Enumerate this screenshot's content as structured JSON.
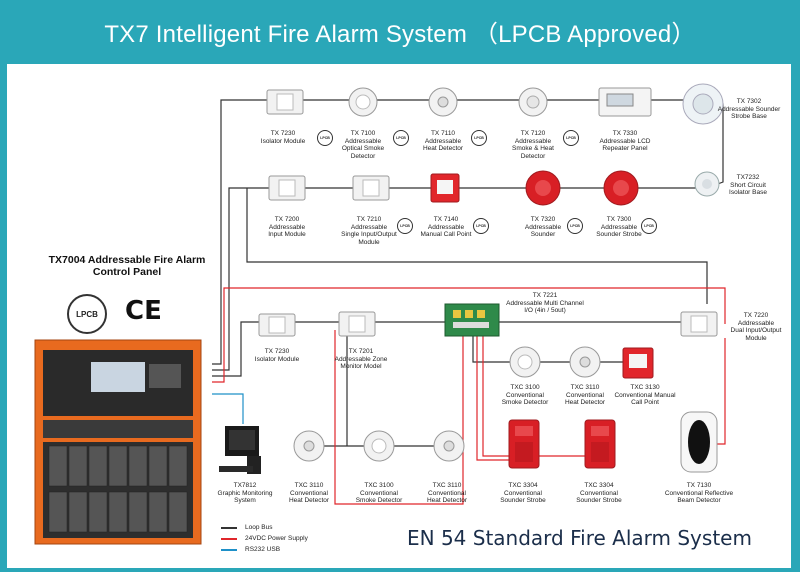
{
  "title": "TX7 Intelligent  Fire Alarm System （LPCB Approved）",
  "standard_title": "EN 54 Standard Fire Alarm System",
  "control_panel": {
    "title": "TX7004\nAddressable\nFire Alarm Control Panel",
    "lpcb_logo": "LPCB",
    "ce_mark": "CE"
  },
  "colors": {
    "loop_bus": "#333333",
    "power_supply": "#e0262b",
    "rs232": "#1e90c8",
    "background": "#2aa7b8"
  },
  "lpcb_badge": "LPCB",
  "devices": {
    "tx7230_top": "TX 7230\nIsolator Module",
    "tx7100": "TX 7100\nAddressable\nOptical Smoke\nDetector",
    "tx7110": "TX 7110\nAddressable\nHeat Detector",
    "tx7120": "TX 7120\nAddressable\nSmoke & Heat\nDetector",
    "tx7330": "TX 7330\nAddressable LCD\nRepeater Panel",
    "tx7302": "TX 7302\nAddressable Sounder\nStrobe Base",
    "tx7232": "TX7232\nShort Circuit\nIsolator Base",
    "tx7200": "TX 7200\nAddressable\nInput Module",
    "tx7210": "TX 7210\nAddressable\nSingle Input/Output\nModule",
    "tx7140": "TX 7140\nAddressable\nManual Call Point",
    "tx7320": "TX 7320\nAddressable\nSounder",
    "tx7300": "TX 7300\nAddressable\nSounder Strobe",
    "tx7221": "TX 7221\nAddressable Multi Channel\nI/O (4in / 5out)",
    "tx7220": "TX 7220\nAddressable\nDual Input/Output\nModule",
    "tx7230_mid": "TX 7230\nIsolator Module",
    "tx7201": "TX 7201\nAddressable Zone\nMonitor Model",
    "txc3100_a": "TXC 3100\nConventional\nSmoke Detector",
    "txc3110_a": "TXC 3110\nConventional\nHeat Detector",
    "txc3130": "TXC 3130\nConventional Manual\nCall Point",
    "tx7812": "TX7812\nGraphic Monitoring\nSystem",
    "txc3110_b": "TXC 3110\nConventional\nHeat Detector",
    "txc3100_b": "TXC 3100\nConventional\nSmoke Detector",
    "txc3110_c": "TXC 3110\nConventional\nHeat Detector",
    "txc3304_a": "TXC 3304\nConventional\nSounder Strobe",
    "txc3304_b": "TXC 3304\nConventional\nSounder Strobe",
    "tx7130": "TX 7130\nConventional Reflective\nBeam Detector"
  },
  "legend": [
    {
      "label": "Loop Bus",
      "color": "#333333"
    },
    {
      "label": "24VDC Power Supply",
      "color": "#e0262b"
    },
    {
      "label": "RS232  USB",
      "color": "#1e90c8"
    }
  ]
}
